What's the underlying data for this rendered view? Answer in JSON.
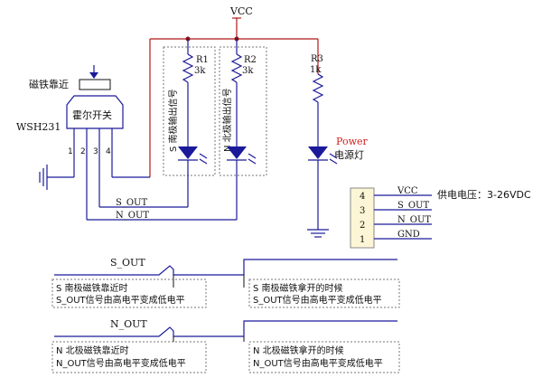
{
  "vcc_top": "VCC",
  "sensor": {
    "model": "WSH231",
    "chip_label": "霍尔开关",
    "magnet_label": "磁铁靠近",
    "pins": [
      "1",
      "2",
      "3",
      "4"
    ]
  },
  "resistors": [
    {
      "name": "R1",
      "value": "3k"
    },
    {
      "name": "R2",
      "value": "3k"
    },
    {
      "name": "R3",
      "value": "1k"
    }
  ],
  "boxes": {
    "s_signal": "S 南极输出信号",
    "n_signal": "N 北极输出信号"
  },
  "power_led": {
    "title": "Power",
    "label": "电源灯"
  },
  "nets": {
    "s_out": "S_OUT",
    "n_out": "N_OUT"
  },
  "connector": {
    "pins": [
      {
        "num": "4",
        "net": "VCC"
      },
      {
        "num": "3",
        "net": "S_OUT"
      },
      {
        "num": "2",
        "net": "N_OUT"
      },
      {
        "num": "1",
        "net": "GND"
      }
    ],
    "supply_note": "供电电压：3-26VDC"
  },
  "timing": {
    "s_label": "S_OUT",
    "s_near": [
      "S 南极磁铁靠近时",
      "S_OUT信号由高电平变成低电平"
    ],
    "s_away": [
      "S 南极磁铁拿开的时候",
      "S_OUT信号由高电平变成低电平"
    ],
    "n_label": "N_OUT",
    "n_near": [
      "N 北极磁铁靠近时",
      "N_OUT信号由高电平变成低电平"
    ],
    "n_away": [
      "N 北极磁铁拿开的时候",
      "N_OUT信号由高电平变成低电平"
    ]
  },
  "colors": {
    "wire": "#1a1a9a",
    "vcc_wire": "#b01818",
    "junction": "#8a1010",
    "accent_red": "#d21f1f"
  }
}
